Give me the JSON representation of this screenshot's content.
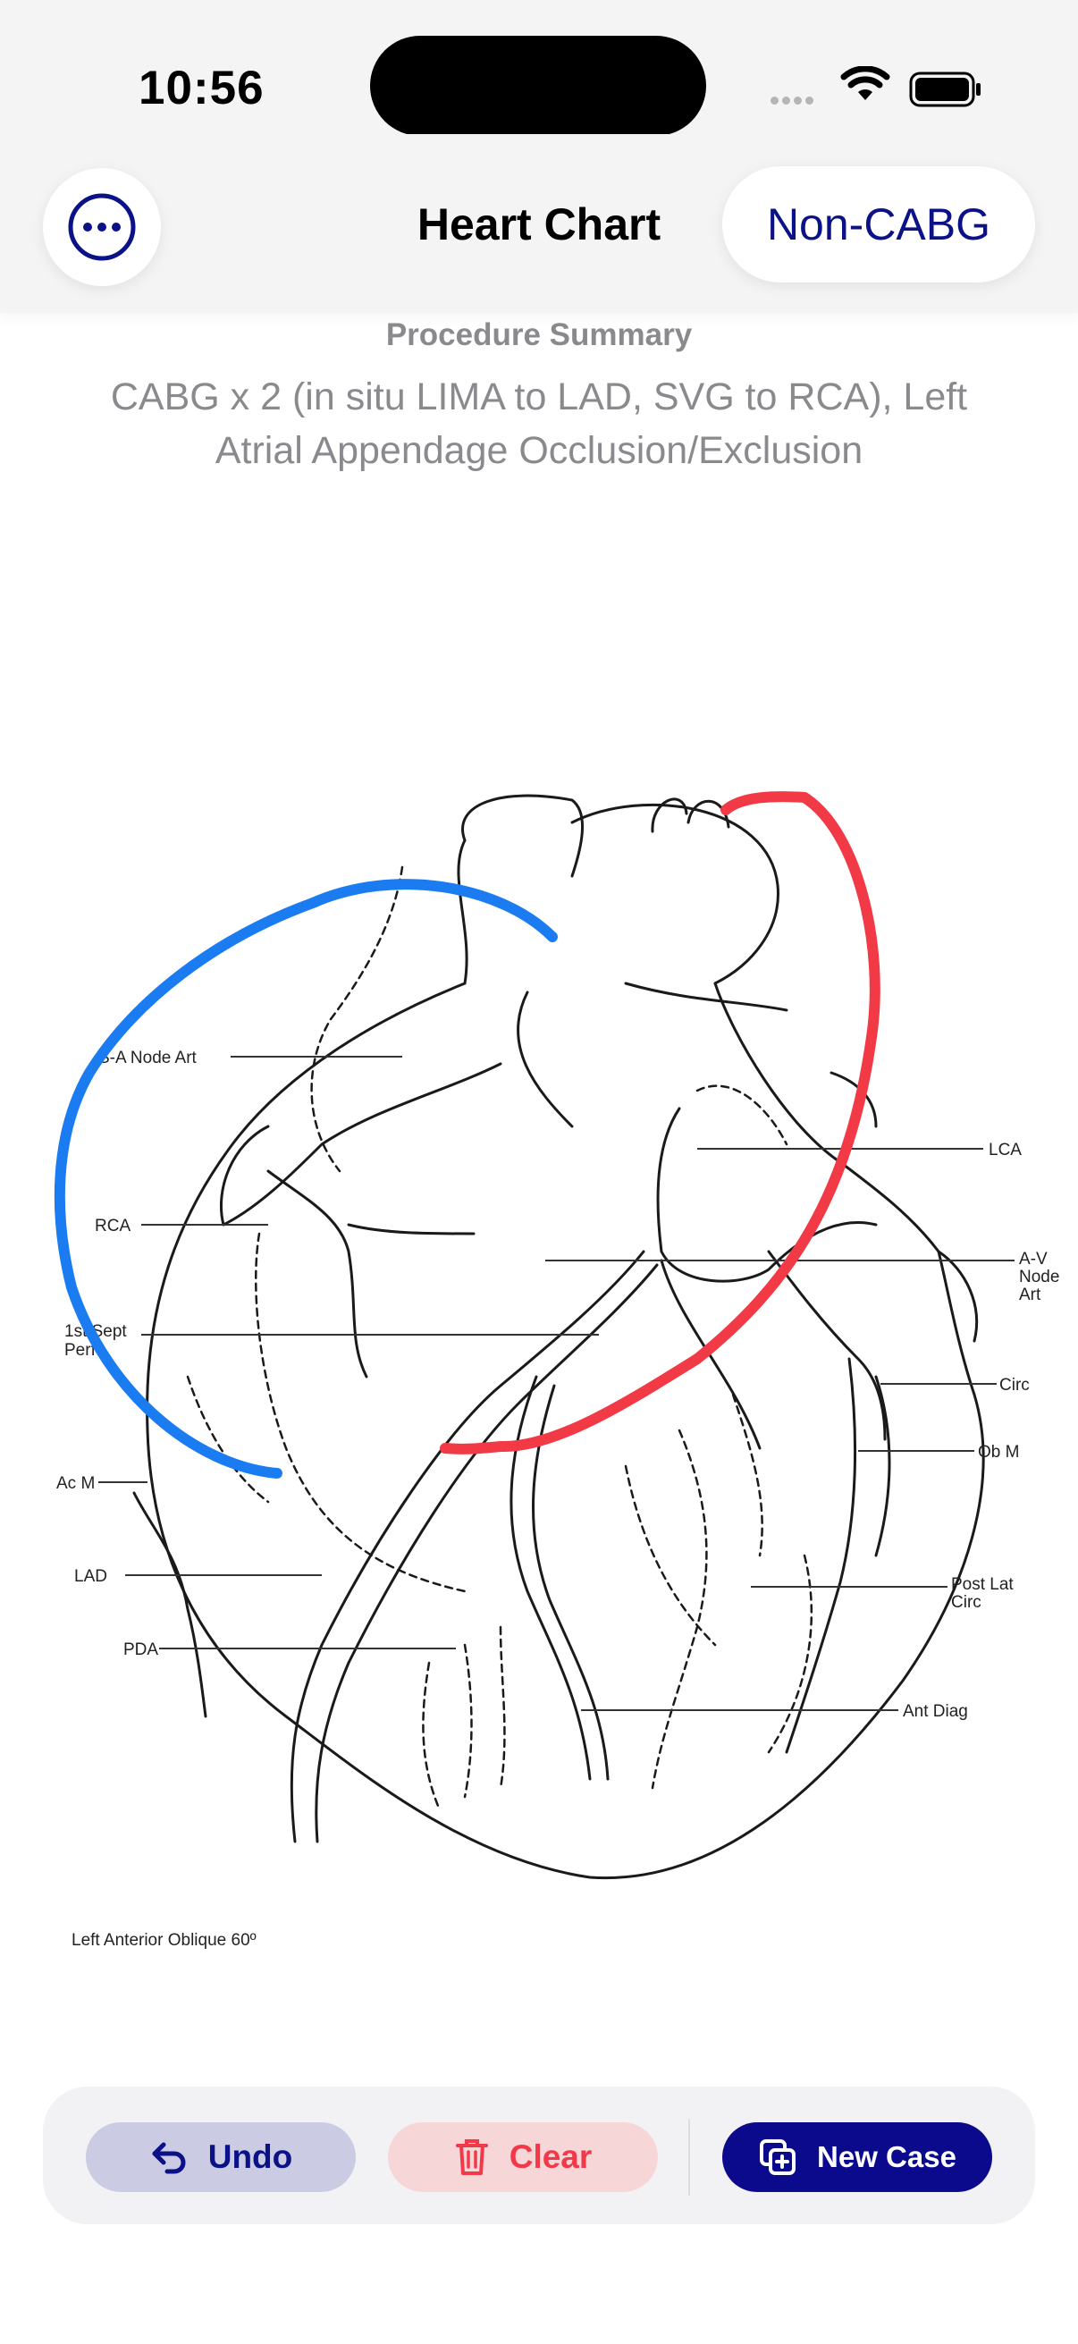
{
  "status": {
    "time": "10:56"
  },
  "header": {
    "title": "Heart Chart",
    "mode_button": "Non-CABG"
  },
  "summary": {
    "label": "Procedure Summary",
    "text": "CABG x 2 (in situ LIMA to LAD, SVG to RCA), Left Atrial Appendage Occlusion/Exclusion"
  },
  "diagram": {
    "labels": {
      "sa_node": "S-A Node Art",
      "rca": "RCA",
      "first_sept": "1st Sept",
      "first_sept_2": "Perf",
      "acm": "Ac M",
      "lad": "LAD",
      "pda": "PDA",
      "lca": "LCA",
      "av_node_1": "A-V",
      "av_node_2": "Node",
      "av_node_3": "Art",
      "circ": "Circ",
      "obm": "Ob M",
      "post_lat_1": "Post Lat",
      "post_lat_2": "Circ",
      "ant_diag": "Ant Diag",
      "caption": "Left Anterior Oblique 60º"
    },
    "graft_colors": {
      "lima": "#1a7cf0",
      "svg": "#f23a46"
    }
  },
  "toolbar": {
    "undo_label": "Undo",
    "clear_label": "Clear",
    "new_case_label": "New Case"
  },
  "colors": {
    "accent": "#0b1187",
    "danger": "#f2394a"
  }
}
